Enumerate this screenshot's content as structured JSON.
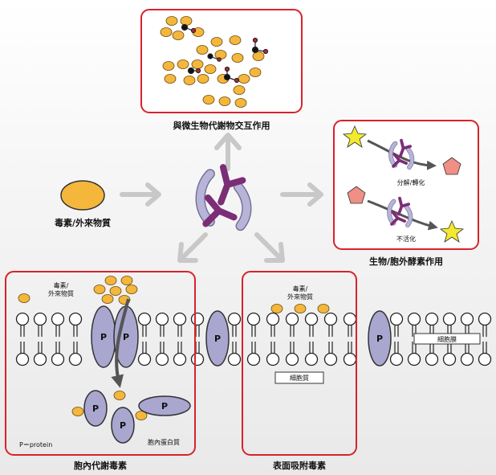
{
  "labels": {
    "microbe": "與微生物代謝物交互作用",
    "enzyme": "生物/胞外酵素作用",
    "toxin": "毒素/外來物質",
    "intracellular": "胞內代謝毒素",
    "surface": "表面吸附毒素",
    "decompose": "分解/轉化",
    "inactivate": "不活化",
    "toxin_small_1a": "毒素/",
    "toxin_small_1b": "外來物質",
    "toxin_small_2a": "毒素/",
    "toxin_small_2b": "外來物質",
    "cytoplasm": "細胞質",
    "membrane": "細胞膜",
    "intra_protein": "胞內蛋白質",
    "protein_legend": "P＝protein",
    "p": "P"
  },
  "colors": {
    "box_border": "#d8232a",
    "toxin": "#f4b73c",
    "protein": "#a9a6d0",
    "binder_dark": "#7b2d75",
    "binder_light": "#b8b4d8",
    "arrow_gray": "#c8c8c8",
    "pentagon": "#f08f84",
    "star": "#f3e92f"
  }
}
